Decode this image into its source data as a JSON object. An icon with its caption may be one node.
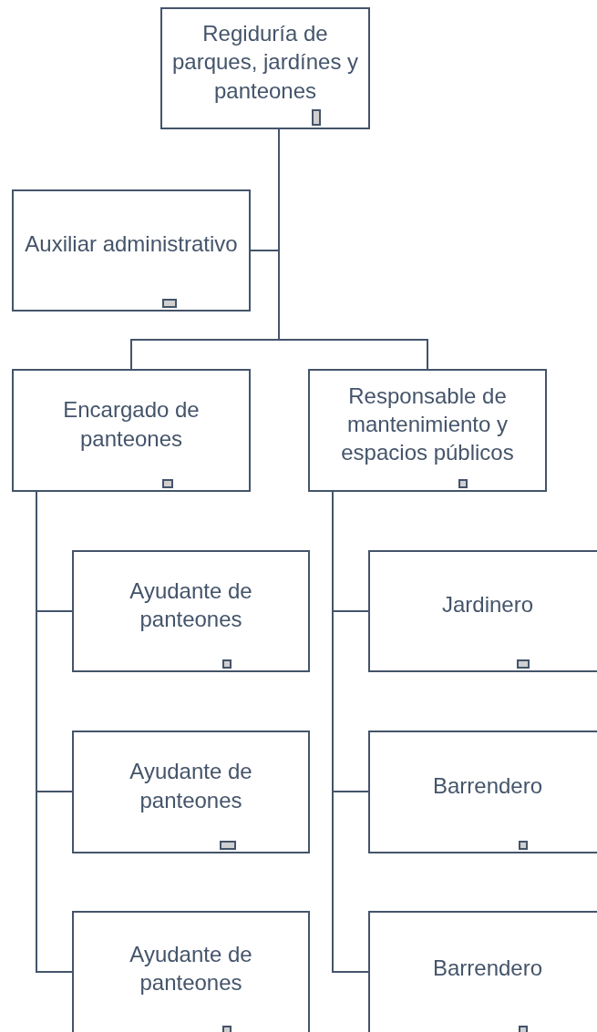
{
  "diagram": {
    "nodes": [
      {
        "text": [
          "Regiduría de parques, jardínes y panteones"
        ]
      },
      {
        "text": [
          "Auxiliar administrativo"
        ]
      },
      {
        "text": [
          "Encargado de panteones"
        ]
      },
      {
        "text": [
          "Responsable de mantenimiento y espacios públicos"
        ]
      },
      {
        "text": [
          "Ayudante de panteones"
        ]
      },
      {
        "text": [
          "Ayudante de panteones"
        ]
      },
      {
        "text": [
          "Ayudante de panteones"
        ]
      },
      {
        "text": [
          "Jardinero"
        ]
      },
      {
        "text": [
          "Barrendero"
        ]
      },
      {
        "text": [
          "Barrendero"
        ]
      }
    ],
    "edges": [
      {
        "from": 0,
        "to": 1,
        "arrow": "none"
      },
      {
        "from": 0,
        "to": 2,
        "arrow": "none"
      },
      {
        "from": 0,
        "to": 3,
        "arrow": "none"
      },
      {
        "from": 2,
        "to": 4,
        "arrow": "none"
      },
      {
        "from": 2,
        "to": 5,
        "arrow": "none"
      },
      {
        "from": 2,
        "to": 6,
        "arrow": "none"
      },
      {
        "from": 3,
        "to": 7,
        "arrow": "none"
      },
      {
        "from": 3,
        "to": 8,
        "arrow": "none"
      },
      {
        "from": 3,
        "to": 9,
        "arrow": "none"
      }
    ]
  }
}
